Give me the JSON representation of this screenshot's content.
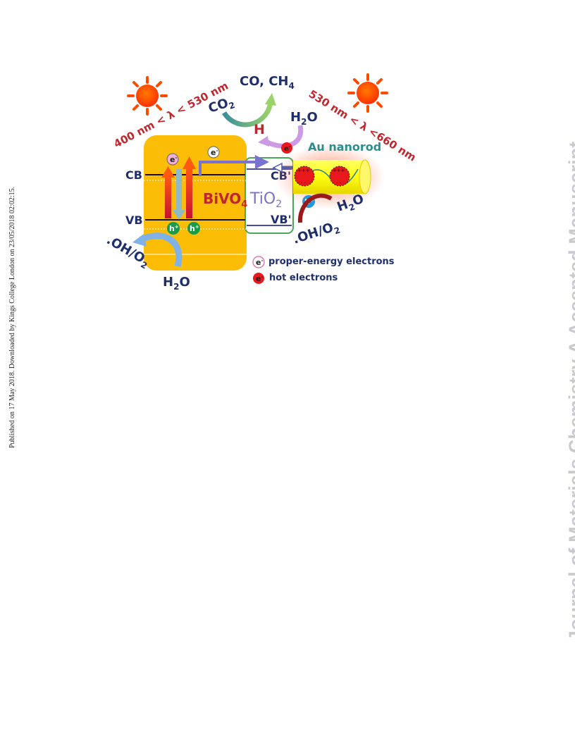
{
  "side_note": "Published on 17 May 2018. Downloaded by Kings College London on 23/05/2018 02:02:15.",
  "watermark": "Journal of Materials Chemistry A Accepted Manuscript",
  "diagram": {
    "left_wavelength": "400 nm < λ < 530 nm",
    "right_wavelength": "530 nm < λ <660 nm",
    "products": "CO, CH",
    "products_sub": "4",
    "co2": "CO",
    "co2_sub": "2",
    "h2o_top": "H",
    "h2o_top_sub": "2",
    "h2o_top_end": "O",
    "h_label": "H",
    "au_label": "Au nanorod",
    "cb": "CB",
    "vb": "VB",
    "cb_prime": "CB'",
    "vb_prime": "VB'",
    "bivo4": "BiVO",
    "bivo4_sub": "4",
    "tio2": "TiO",
    "tio2_sub": "2",
    "electron": "e",
    "electron_sup": "-",
    "hole": "h",
    "hole_sup": "+",
    "plus_marks": "+++",
    "minus_marks": "- - -",
    "oh_o2_left": ".OH/O",
    "oh_o2_left_sub": "2",
    "oh_o2_right": ".OH/O",
    "oh_o2_right_sub": "2",
    "h2o_right": "H",
    "h2o_right_sub": "2",
    "h2o_right_end": "O",
    "h2o_bottom": "H",
    "h2o_bottom_sub": "2",
    "h2o_bottom_end": "O",
    "legend_proper": "proper-energy electrons",
    "legend_hot": "hot electrons"
  },
  "colors": {
    "bivo4_box": "#fbbd05",
    "bivo4_text": "#c0262d",
    "tio2_text": "#7b73c9",
    "label_navy": "#1f2f6b",
    "wavelength_red": "#c0262d",
    "au_text": "#2a8e8e",
    "au_rod": "#ffff33",
    "hot_electron": "#e8181d",
    "hole_green": "#1a9b47",
    "tio2_border": "#4aa858",
    "sun": "#ff3c00"
  }
}
